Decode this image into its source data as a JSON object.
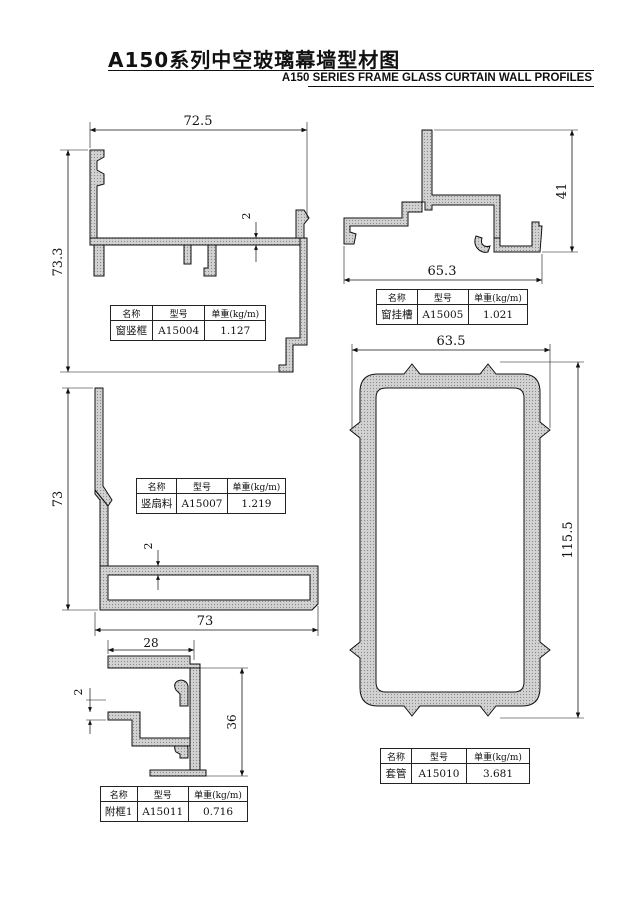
{
  "header": {
    "title_cn": "A150系列中空玻璃幕墙型材图",
    "title_en": "A150 SERIES FRAME GLASS CURTAIN WALL PROFILES"
  },
  "table_headers": {
    "name": "名称",
    "model": "型号",
    "weight": "单重(kg/m)"
  },
  "profiles": [
    {
      "name": "窗竖框",
      "model": "A15004",
      "weight": "1.127",
      "dims": {
        "width": "72.5",
        "height": "73.3",
        "wall": "2"
      }
    },
    {
      "name": "窗挂槽",
      "model": "A15005",
      "weight": "1.021",
      "dims": {
        "width": "65.3",
        "height": "41"
      }
    },
    {
      "name": "竖扇料",
      "model": "A15007",
      "weight": "1.219",
      "dims": {
        "width": "73",
        "height": "73",
        "wall": "2"
      }
    },
    {
      "name": "附框1",
      "model": "A15011",
      "weight": "0.716",
      "dims": {
        "width": "28",
        "height": "36",
        "wall": "2"
      }
    },
    {
      "name": "套管",
      "model": "A15010",
      "weight": "3.681",
      "dims": {
        "width": "63.5",
        "height": "115.5"
      }
    }
  ]
}
